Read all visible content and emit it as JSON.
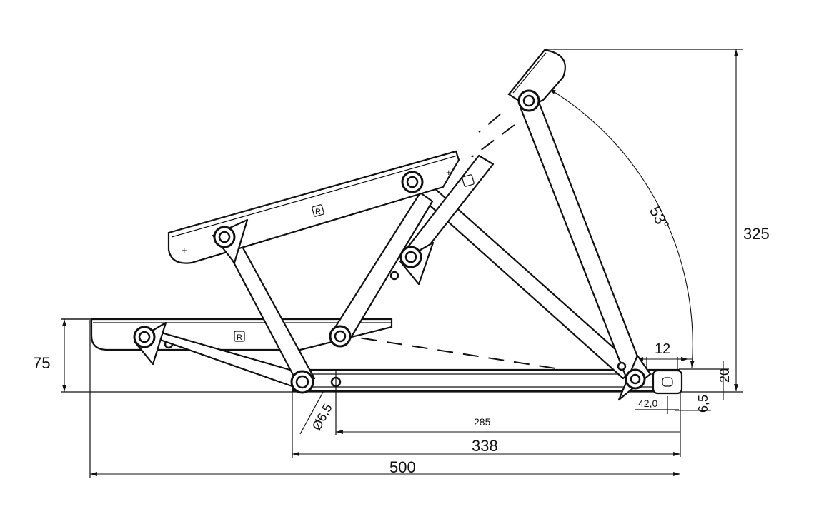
{
  "dimensions": {
    "height_total": "325",
    "base_height": "75",
    "angle": "53°",
    "width_12": "12",
    "height_20": "20",
    "offset_42": "42,0",
    "offset_6_5": "6,5",
    "hole_diameter": "Ø6,5",
    "length_285": "285",
    "length_338": "338",
    "length_500": "500"
  },
  "markings": {
    "r_mark": "R",
    "plus_mark": "+"
  }
}
